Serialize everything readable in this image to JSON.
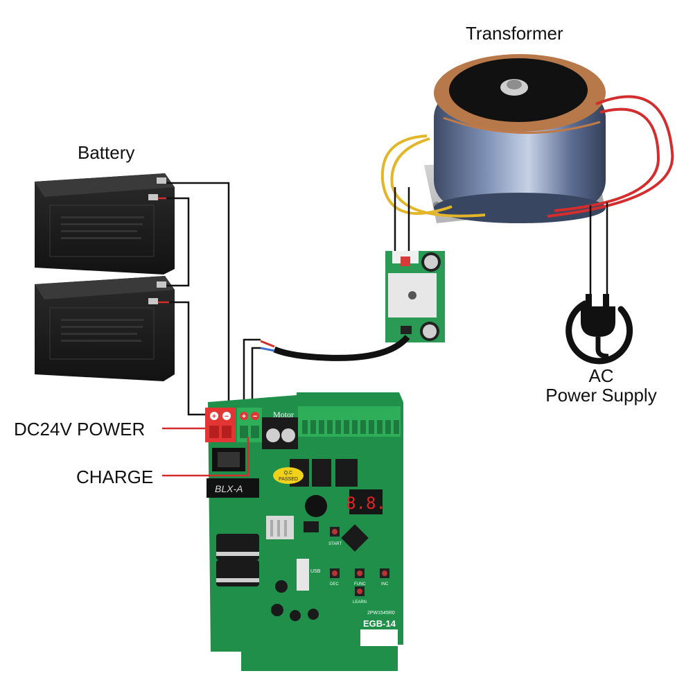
{
  "labels": {
    "transformer": "Transformer",
    "battery": "Battery",
    "dc24v_power": "DC24V POWER",
    "charge": "CHARGE",
    "ac_line1": "AC",
    "ac_line2": "Power Supply"
  },
  "board": {
    "motor_label": "Motor",
    "qc_line1": "Q.C",
    "qc_line2": "PASSED",
    "blx_label": "BLX-A",
    "model": "EGB-14",
    "serial": "2PW1545R0",
    "usb_label": "USB",
    "buttons": [
      "DEC",
      "FUNC",
      "INC",
      "START",
      "LEARN"
    ],
    "display": "8.8."
  },
  "colors": {
    "wire_black": "#111111",
    "wire_red": "#d42d2d",
    "wire_yellow": "#e2b628",
    "pcb_green": "#1f8f4a",
    "terminal_green": "#2fae5a",
    "terminal_red": "#e43535",
    "battery_body": "#1d1d1d",
    "transformer_blue": "#51637f"
  }
}
